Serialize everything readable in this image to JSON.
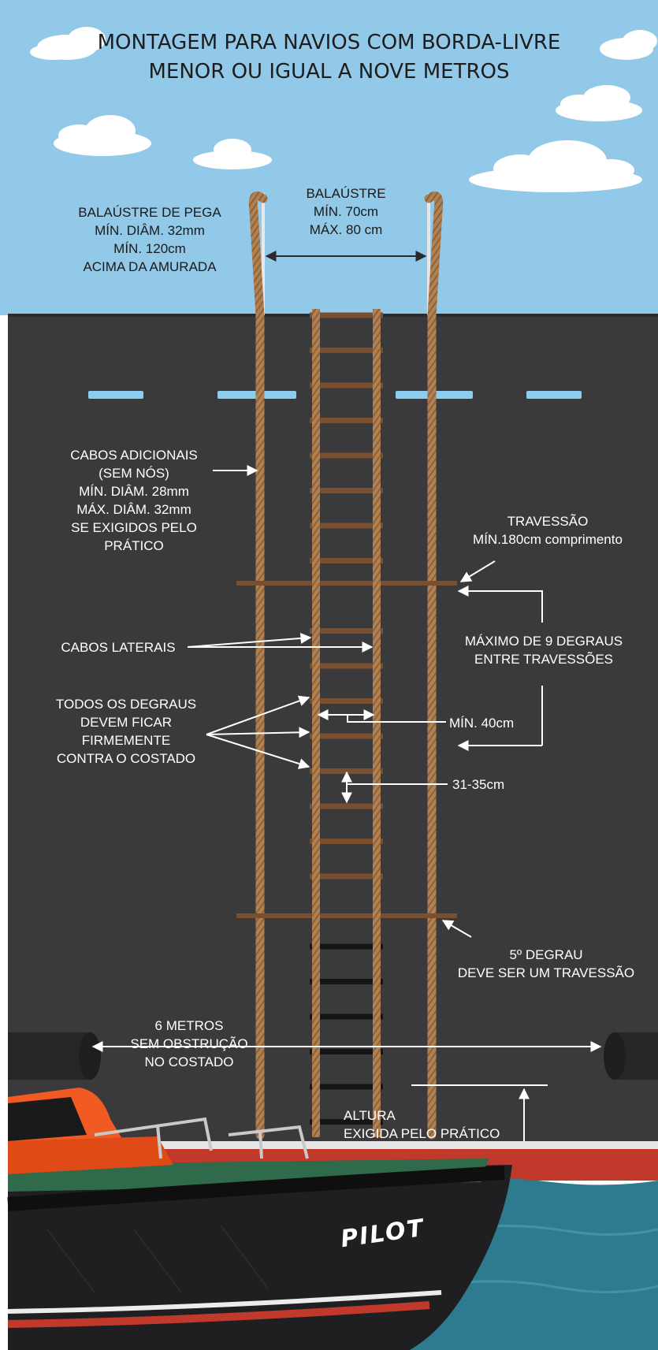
{
  "title": {
    "line1": "MONTAGEM PARA NAVIOS COM BORDA-LIVRE",
    "line2": "MENOR OU IGUAL A NOVE METROS"
  },
  "labels": {
    "handhold": [
      "BALAÚSTRE DE PEGA",
      "MÍN. DIÂM. 32mm",
      "MÍN. 120cm",
      "ACIMA DA AMURADA"
    ],
    "stanchion": [
      "BALAÚSTRE",
      "MÍN. 70cm",
      "MÁX. 80 cm"
    ],
    "additional_ropes": [
      "CABOS ADICIONAIS",
      "(SEM NÓS)",
      "MÍN. DIÂM. 28mm",
      "MÁX. DIÂM. 32mm",
      "SE EXIGIDOS PELO",
      "PRÁTICO"
    ],
    "spreader": [
      "TRAVESSÃO",
      "MÍN.180cm comprimento"
    ],
    "side_ropes": "CABOS LATERAIS",
    "max_steps": [
      "MÁXIMO DE 9 DEGRAUS",
      "ENTRE TRAVESSÕES"
    ],
    "steps_firm": [
      "TODOS OS DEGRAUS",
      "DEVEM FICAR",
      "FIRMEMENTE",
      "CONTRA O COSTADO"
    ],
    "min_width": "MÍN. 40cm",
    "step_spacing": "31-35cm",
    "fifth_step": [
      "5º DEGRAU",
      "DEVE SER UM TRAVESSÃO"
    ],
    "clear_side": [
      "6 METROS",
      "SEM OBSTRUÇÃO",
      "NO COSTADO"
    ],
    "height": [
      "ALTURA",
      "EXIGIDA PELO PRÁTICO"
    ]
  },
  "boat_name": "PILOT",
  "colors": {
    "sky": "#93c9e8",
    "hull": "#3a3a3c",
    "rope": "#b08152",
    "step": "#7a4f2f",
    "rubber_step": "#151515",
    "portholes": "#8ccdf0",
    "boat_orange": "#f15a22",
    "boat_green": "#2f6b4a",
    "sea": "#2e7a8e",
    "red_stripe": "#c0392b",
    "text_on_dark": "#ffffff",
    "text_on_sky": "#1d1d1d"
  }
}
